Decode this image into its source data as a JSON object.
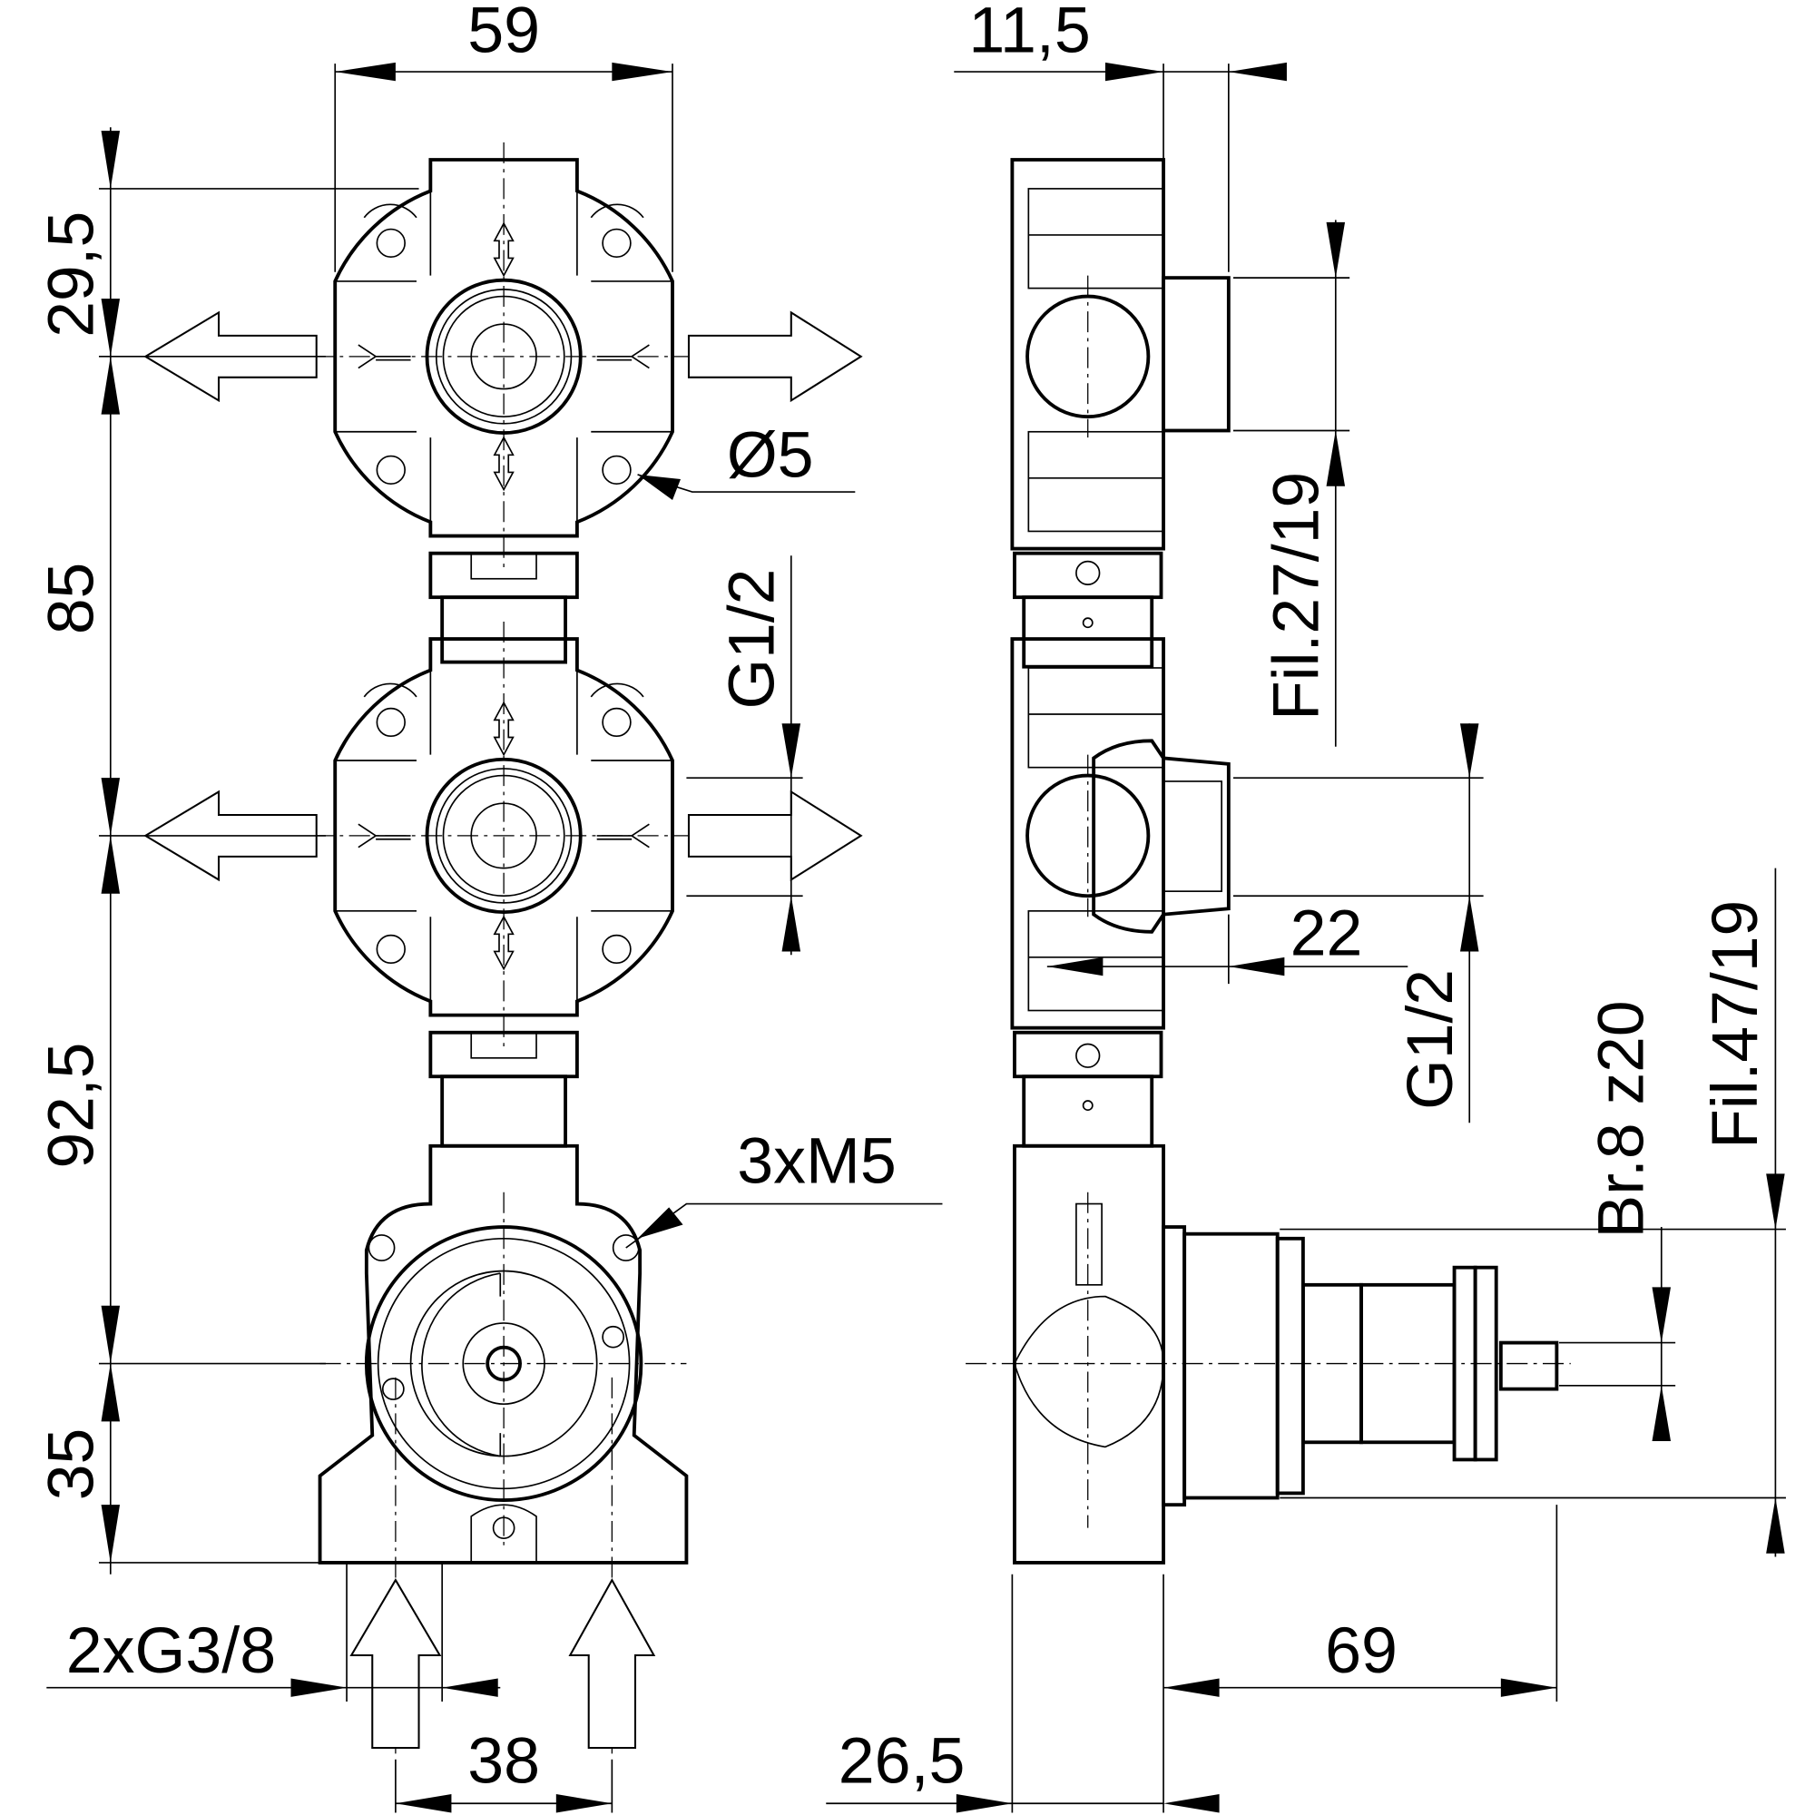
{
  "drawing": {
    "dimensions": {
      "width_front": "59",
      "side_offset": "11,5",
      "top_to_axis1": "29,5",
      "axis1_to_axis2": "85",
      "axis2_to_axis3": "92,5",
      "axis3_to_bottom": "35",
      "hole_diameter": "Ø5",
      "thread_front": "G1/2",
      "thread_upper_side": "Fil.27/19",
      "outlet_length": "22",
      "thread_side": "G1/2",
      "spline": "Br.8 z20",
      "thread_lower_side": "Fil.47/19",
      "screws": "3xM5",
      "inlets": "2xG3/8",
      "inlet_spacing": "38",
      "depth_body": "26,5",
      "depth_spindle": "69"
    },
    "line_color": "#000000",
    "background_color": "#ffffff"
  }
}
